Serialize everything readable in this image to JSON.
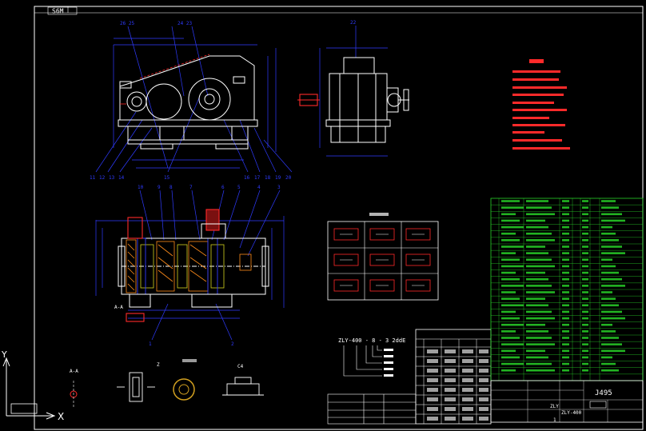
{
  "viewport_tab": "S6M",
  "drawing_code": "J495",
  "ucs": {
    "x": "X",
    "y": "Y"
  },
  "views": {
    "section_a": "A-A",
    "detail_z": "Z",
    "detail_c": "C4"
  },
  "callouts": {
    "front_top": [
      "26 25",
      "24 23"
    ],
    "front_bottom": [
      "11",
      "12",
      "13",
      "14",
      "15",
      "16",
      "17",
      "18",
      "19",
      "20"
    ],
    "side_top": "22",
    "plan_top": [
      "10",
      "9",
      "8",
      "7",
      "6",
      "5",
      "4",
      "3"
    ],
    "plan_bottom": [
      "1",
      "2"
    ]
  },
  "title_block": {
    "product": "ZLY",
    "model": "ZLY-400",
    "sheet": "1"
  },
  "model_code": "ZLY-400 - 8 - 3 2ddE",
  "colors": {
    "background": "#000000",
    "frame": "#ffffff",
    "outline": "#ffffff",
    "dimension": "#2f3bff",
    "callout": "#2f3bff",
    "notes": "#ff2a2a",
    "parts_list": "#28d428",
    "hatch": "#ff8c1a",
    "detail": "#d2d21e"
  }
}
